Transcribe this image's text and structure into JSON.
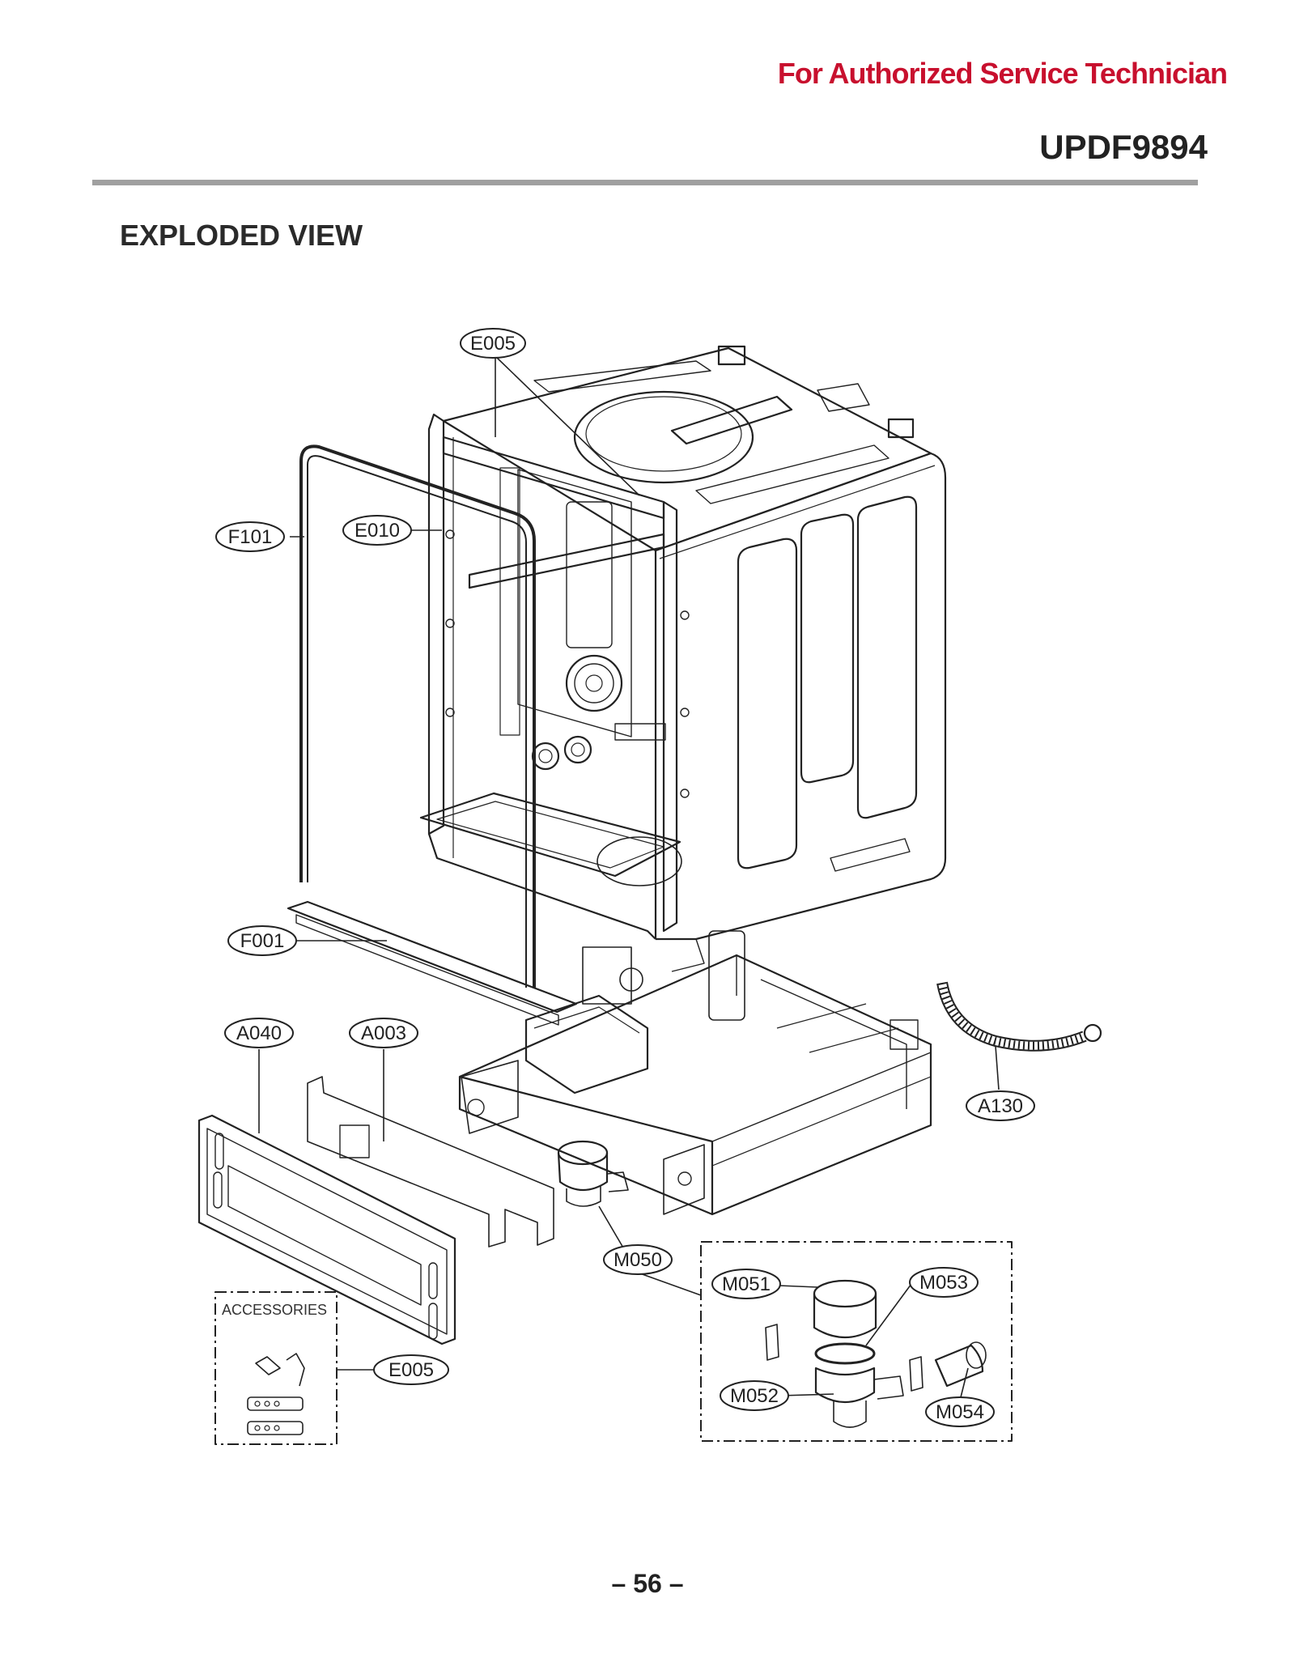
{
  "header": {
    "tagline": "For Authorized Service Technician",
    "model": "UPDF9894",
    "accent_color": "#c8102e"
  },
  "section_title": "EXPLODED VIEW",
  "diagram": {
    "callouts": {
      "E005_top": "E005",
      "F101": "F101",
      "E010": "E010",
      "F001": "F001",
      "A040": "A040",
      "A003": "A003",
      "A130": "A130",
      "M050": "M050",
      "M051": "M051",
      "M053": "M053",
      "M052": "M052",
      "M054": "M054",
      "E005_acc": "E005"
    },
    "accessories_label": "ACCESSORIES"
  },
  "footer": {
    "page_number": "– 56 –"
  }
}
